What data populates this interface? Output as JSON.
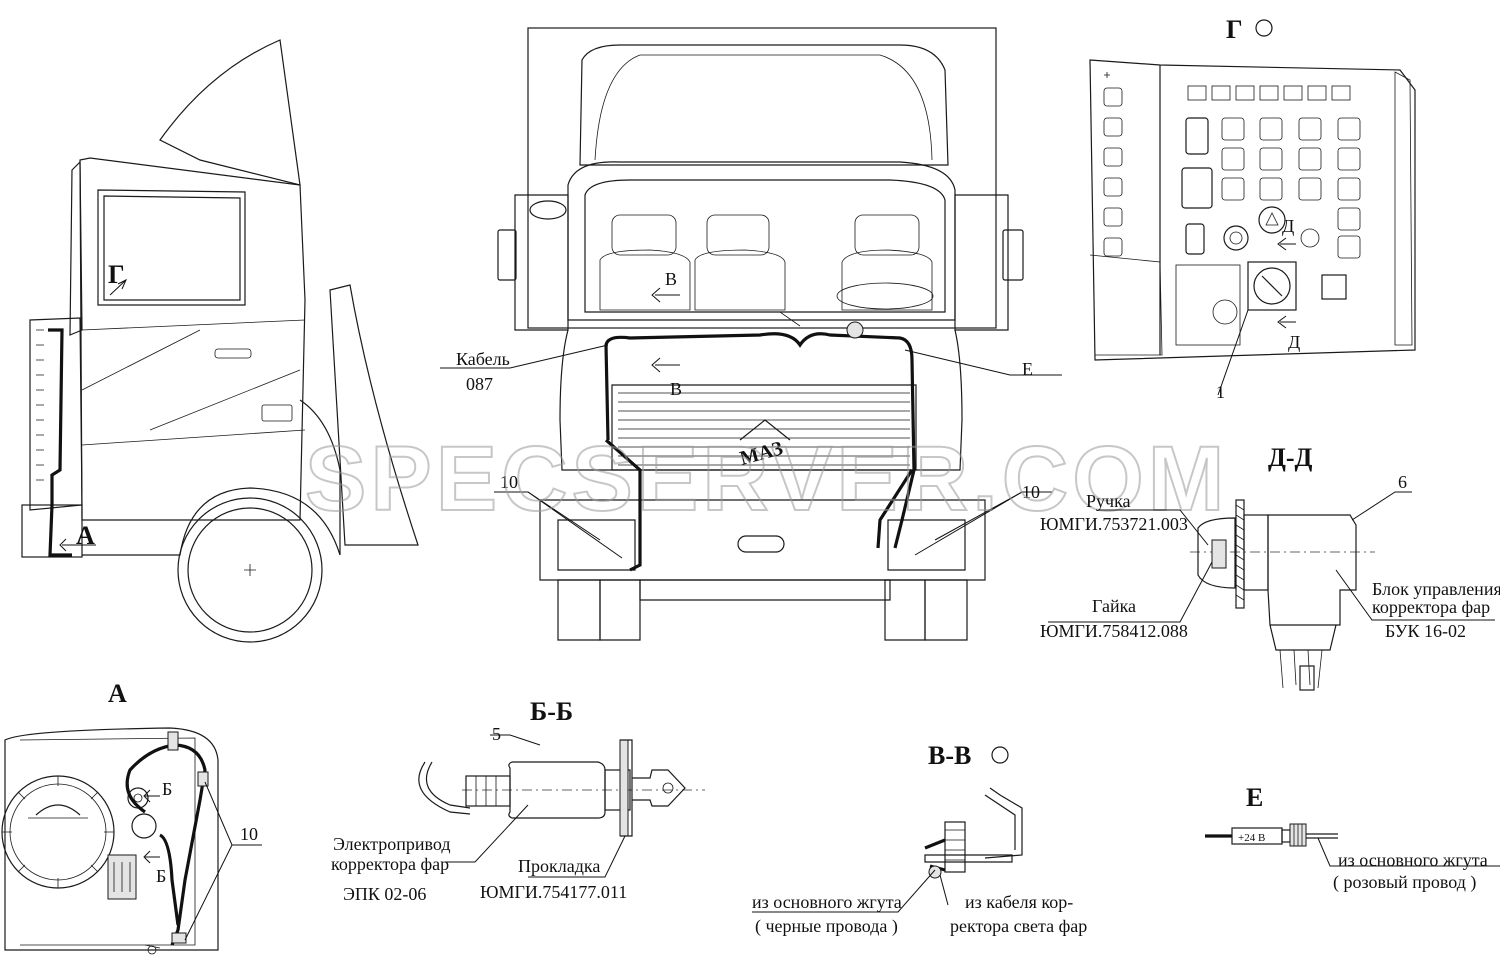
{
  "watermark": "SPECSERVER.COM",
  "views": {
    "view_a": "А",
    "view_g": "Г",
    "section_bb": "Б-Б",
    "section_vv": "В-В",
    "section_dd": "Д-Д",
    "view_e": "Е"
  },
  "markers": {
    "a": "А",
    "g": "Г",
    "b": "Б",
    "v": "В",
    "d": "Д",
    "e": "Е"
  },
  "callouts": {
    "n1": "1",
    "n5": "5",
    "n6": "6",
    "n10": "10"
  },
  "truck_badge": "МАЗ",
  "plus_24v": "+24 В",
  "labels": {
    "cable_1": "Кабель",
    "cable_2": "087",
    "handle_1": "Ручка",
    "handle_2": "ЮМГИ.753721.003",
    "nut_1": "Гайка",
    "nut_2": "ЮМГИ.758412.088",
    "block_1": "Блок управления",
    "block_2": "корректора фар",
    "block_3": "БУК 16-02",
    "drive_1": "Электропривод",
    "drive_2": "корректора фар",
    "drive_3": "ЭПК 02-06",
    "gasket_1": "Прокладка",
    "gasket_2": "ЮМГИ.754177.011",
    "vv_main_1": "из основного жгута",
    "vv_main_2": "( черные провода )",
    "vv_cable_1": "из кабеля кор-",
    "vv_cable_2": "ректора  света фар",
    "e_main_1": "из основного жгута",
    "e_main_2": "( розовый провод )"
  }
}
